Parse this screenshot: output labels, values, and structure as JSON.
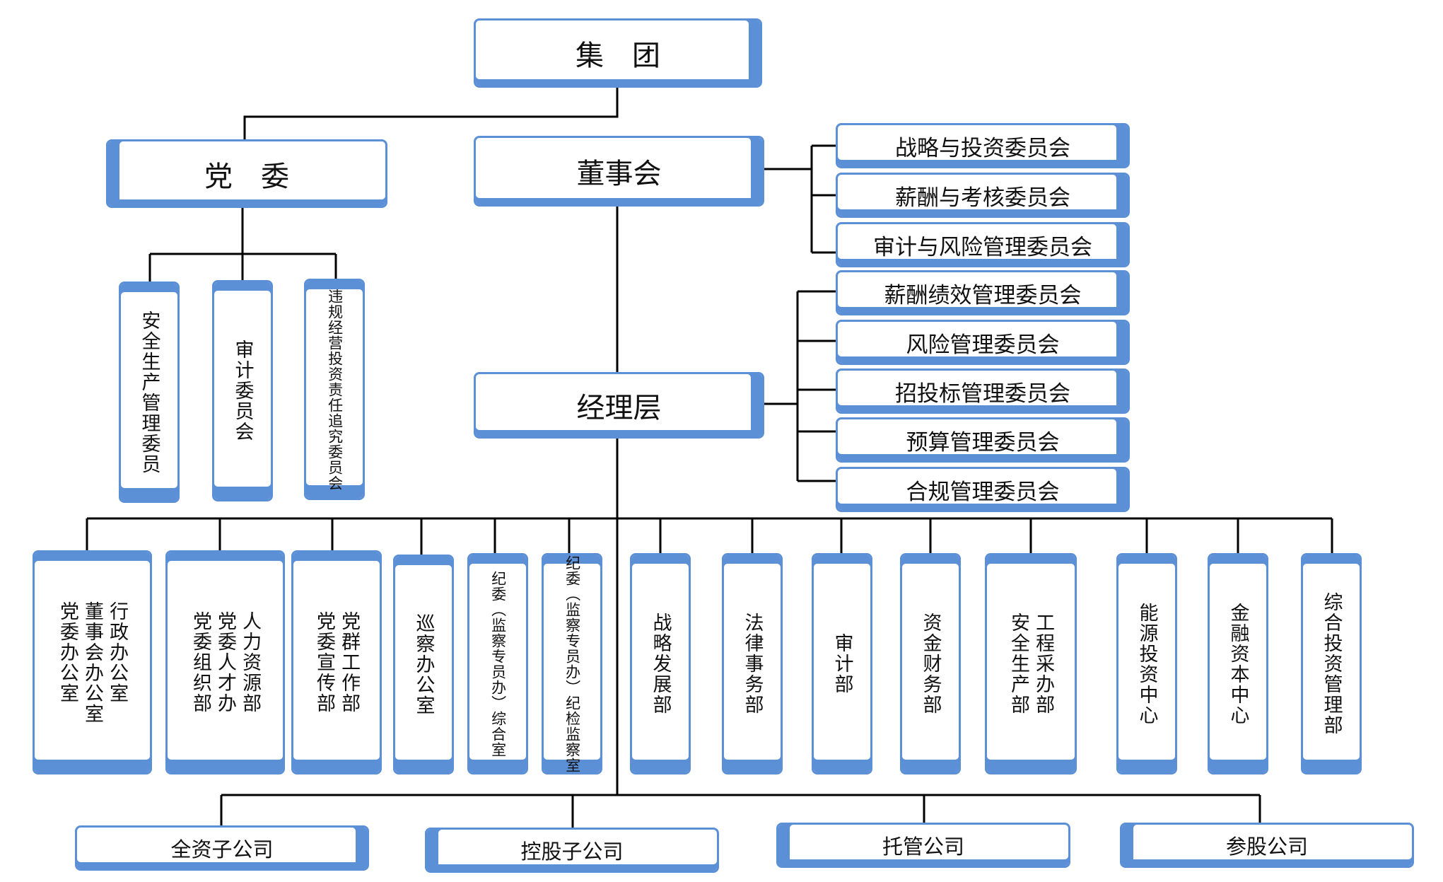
{
  "top": {
    "label": "集　团"
  },
  "party": {
    "label": "党　委"
  },
  "board": {
    "label": "董事会"
  },
  "management": {
    "label": "经理层"
  },
  "party_committees": [
    "安全生产管理委员",
    "审计委员会",
    "违规经营投资责任追究委员会"
  ],
  "board_committees": [
    "战略与投资委员会",
    "薪酬与考核委员会",
    "审计与风险管理委员会"
  ],
  "management_committees": [
    "薪酬绩效管理委员会",
    "风险管理委员会",
    "招投标管理委员会",
    "预算管理委员会",
    "合规管理委员会"
  ],
  "departments": [
    "行政办公室\n董事会办公室\n党委办公室",
    "人力资源部\n党委人才办\n党委组织部",
    "党群工作部\n党委宣传部",
    "巡察办公室",
    "纪委（监察专员办）综合室",
    "纪委（监察专员办）纪检监察室",
    "战略发展部",
    "法律事务部",
    "审计部",
    "资金财务部",
    "工程采办部\n安全生产部",
    "能源投资中心",
    "金融资本中心",
    "综合投资管理部"
  ],
  "companies": [
    "全资子公司",
    "控股子公司",
    "托管公司",
    "参股公司"
  ],
  "colors": {
    "accent": "#5b8fd6",
    "line": "#000000"
  }
}
